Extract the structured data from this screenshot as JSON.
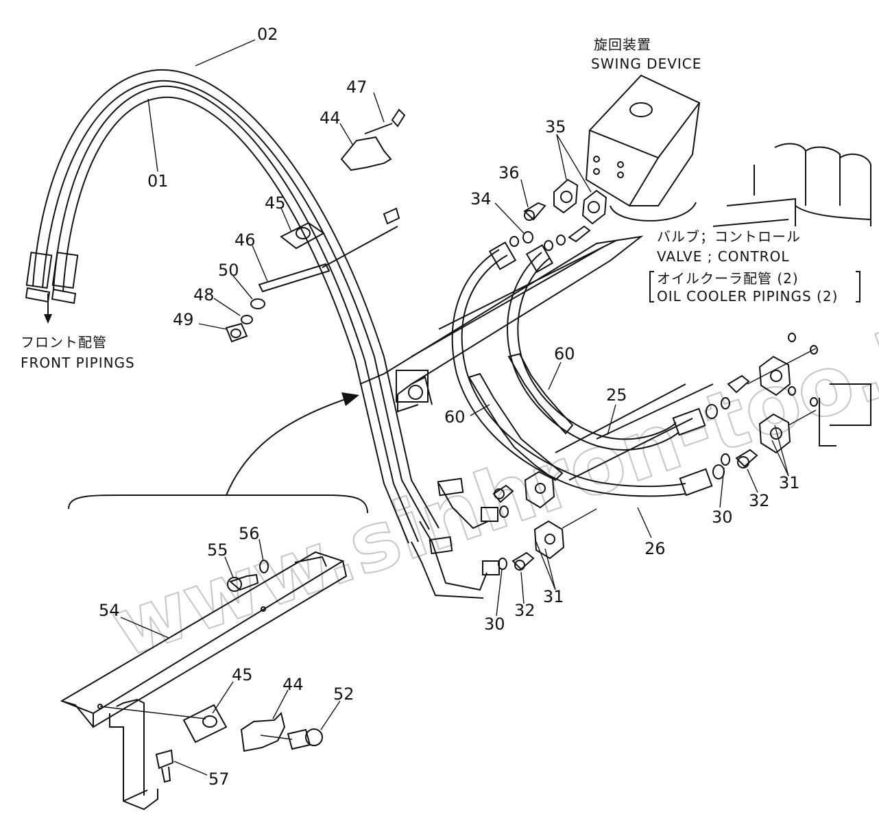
{
  "title": {
    "swing_jp": "旋回装置",
    "swing_en": "SWING DEVICE",
    "valve_jp": "バルブ；コントロール",
    "valve_en": "VALVE ; CONTROL",
    "cooler_jp": "オイルクーラ配管 (2)",
    "cooler_en": "OIL COOLER PIPINGS (2)",
    "front_jp": "フロント配管",
    "front_en": "FRONT PIPINGS"
  },
  "watermark": "www.sinhron-too.kz",
  "labels": {
    "p02": "02",
    "p01": "01",
    "p47": "47",
    "p44a": "44",
    "p45a": "45",
    "p46": "46",
    "p50": "50",
    "p48": "48",
    "p49": "49",
    "p35": "35",
    "p36": "36",
    "p34": "34",
    "p60a": "60",
    "p60b": "60",
    "p25": "25",
    "p26": "26",
    "p31a": "31",
    "p32a": "32",
    "p30a": "30",
    "p31b": "31",
    "p32b": "32",
    "p30b": "30",
    "p56": "56",
    "p55": "55",
    "p54": "54",
    "p45b": "45",
    "p44b": "44",
    "p52": "52",
    "p57": "57"
  }
}
